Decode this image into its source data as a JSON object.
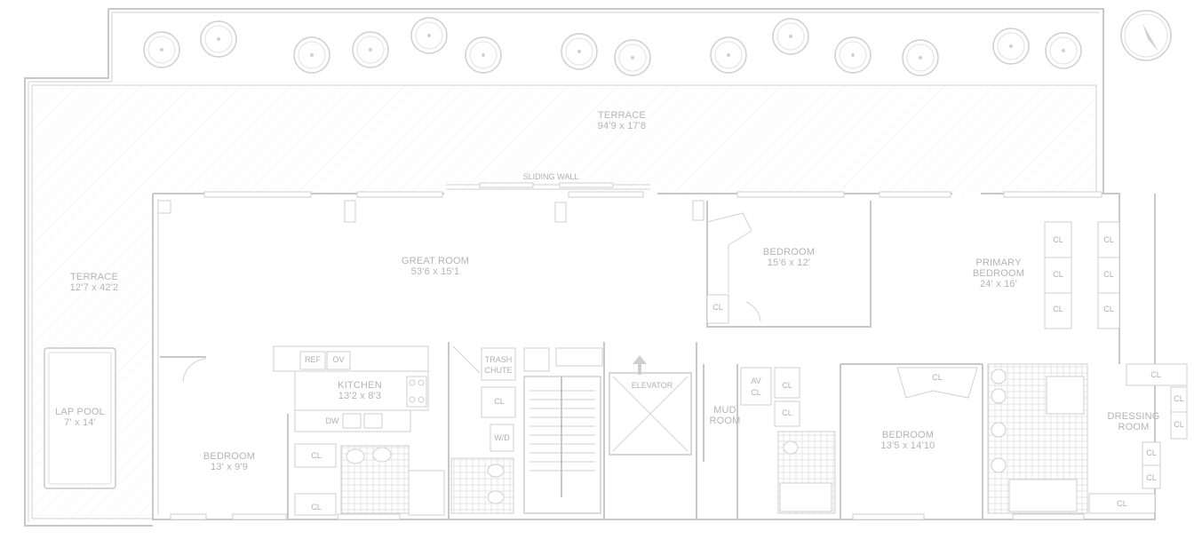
{
  "rooms": {
    "terrace_top": {
      "name": "TERRACE",
      "dims": "94'9 x 17'8"
    },
    "terrace_left": {
      "name": "TERRACE",
      "dims": "12'7 x 42'2"
    },
    "lap_pool": {
      "name": "LAP POOL",
      "dims": "7' x 14'"
    },
    "great_room": {
      "name": "GREAT ROOM",
      "dims": "53'6 x 15'1"
    },
    "bedroom_north": {
      "name": "BEDROOM",
      "dims": "15'6 x 12'"
    },
    "primary_bedroom": {
      "line1": "PRIMARY",
      "line2": "BEDROOM",
      "dims": "24' x 16'"
    },
    "kitchen": {
      "name": "KITCHEN",
      "dims": "13'2 x 8'3"
    },
    "bedroom_sw": {
      "name": "BEDROOM",
      "dims": "13' x 9'9"
    },
    "mud_room": {
      "line1": "MUD",
      "line2": "ROOM"
    },
    "bedroom_se": {
      "name": "BEDROOM",
      "dims": "13'5 x 14'10"
    },
    "dressing_room": {
      "line1": "DRESSING",
      "line2": "ROOM"
    }
  },
  "labels": {
    "sliding_wall": "SLIDING WALL",
    "elevator": "ELEVATOR",
    "trash_chute_1": "TRASH",
    "trash_chute_2": "CHUTE",
    "ref": "REF",
    "ov": "OV",
    "dw": "DW",
    "wd": "W/D",
    "av": "AV",
    "cl": "CL"
  },
  "colors": {
    "line": "#c8c8c8",
    "text": "#b4b4b4"
  },
  "icons": [
    "tree-icon",
    "compass-icon",
    "arrow-up-icon",
    "toilet-icon",
    "sink-icon",
    "bathtub-icon",
    "stove-icon"
  ]
}
